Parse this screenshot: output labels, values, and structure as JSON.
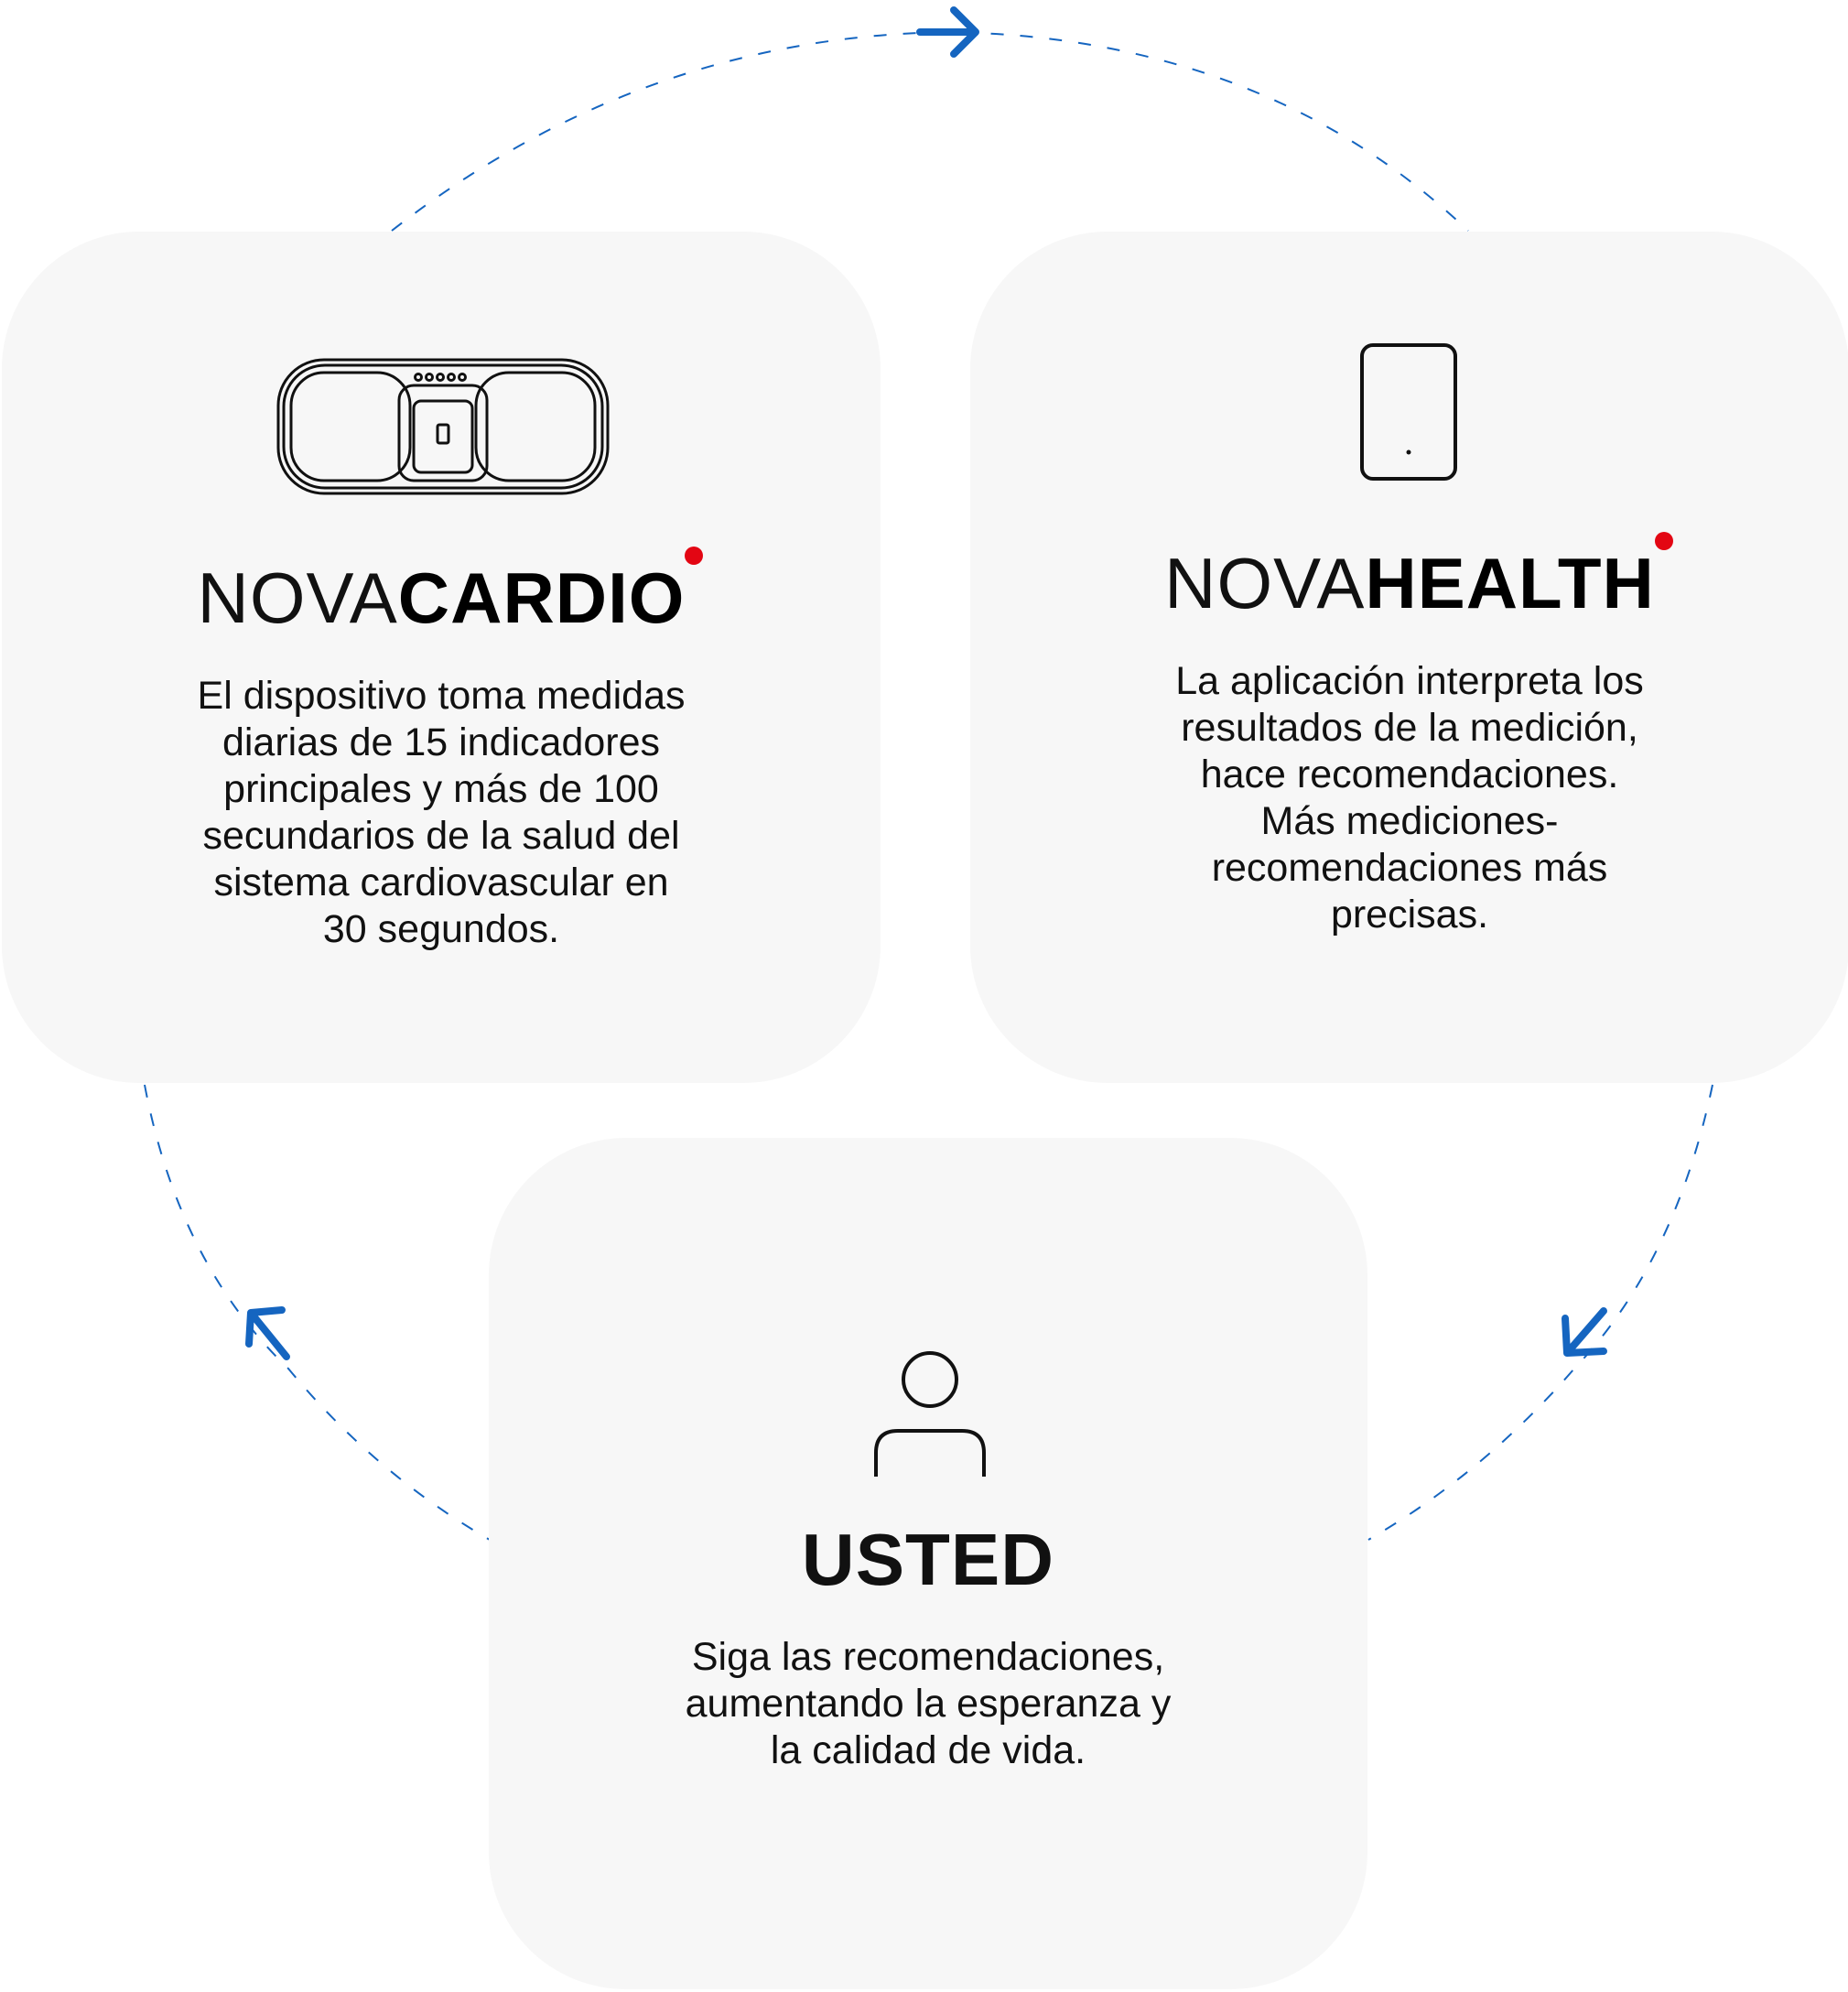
{
  "colors": {
    "card_background": "#f7f7f7",
    "accent_dot": "#e30613",
    "arrow_blue": "#1565c0",
    "text": "#111111"
  },
  "cards": [
    {
      "id": "novacardio",
      "icon": "device-icon",
      "brand_light": "NOVA",
      "brand_bold": "CARDIO",
      "description_lines": [
        "El dispositivo toma medidas",
        "diarias de 15 indicadores",
        "principales y más de 100",
        "secundarios de la salud del",
        "sistema cardiovascular en",
        "30 segundos."
      ]
    },
    {
      "id": "novahealth",
      "icon": "smartphone-icon",
      "brand_light": "NOVA",
      "brand_bold": "HEALTH",
      "description_lines": [
        "La aplicación interpreta los",
        "resultados de la medición,",
        "hace recomendaciones.",
        "Más mediciones-",
        "recomendaciones más",
        "precisas."
      ]
    },
    {
      "id": "usted",
      "icon": "user-icon",
      "title": "USTED",
      "description_lines": [
        "Siga las recomendaciones,",
        "aumentando la esperanza y",
        "la calidad de vida."
      ]
    }
  ],
  "flow_arrows": [
    "arrow-right-icon",
    "arrow-down-left-icon",
    "arrow-up-left-icon"
  ]
}
